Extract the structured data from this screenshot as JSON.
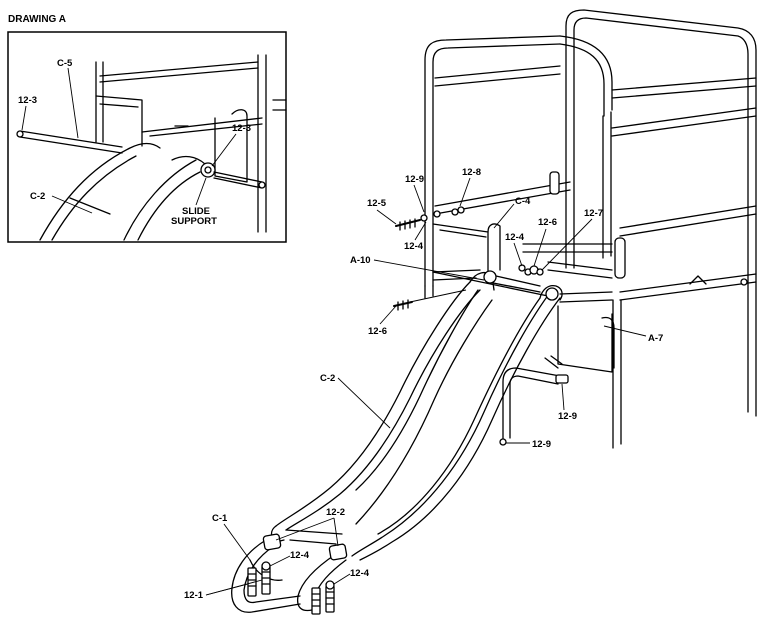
{
  "inset": {
    "title": "DRAWING A",
    "labels": {
      "c5": "C-5",
      "b123_left": "12-3",
      "b123_right": "12-3",
      "c2": "C-2",
      "slide_support_1": "SLIDE",
      "slide_support_2": "SUPPORT"
    }
  },
  "labels": {
    "b129_top": "12-9",
    "b128": "12-8",
    "b125": "12-5",
    "c4": "C-4",
    "b124_upper": "12-4",
    "b126_upper": "12-6",
    "b127": "12-7",
    "b124_mid": "12-4",
    "a10": "A-10",
    "b126_lower": "12-6",
    "a7": "A-7",
    "c2": "C-2",
    "b129_mid": "12-9",
    "b129_low": "12-9",
    "c1": "C-1",
    "b122": "12-2",
    "b124_bl": "12-4",
    "b124_br": "12-4",
    "b121": "12-1"
  }
}
